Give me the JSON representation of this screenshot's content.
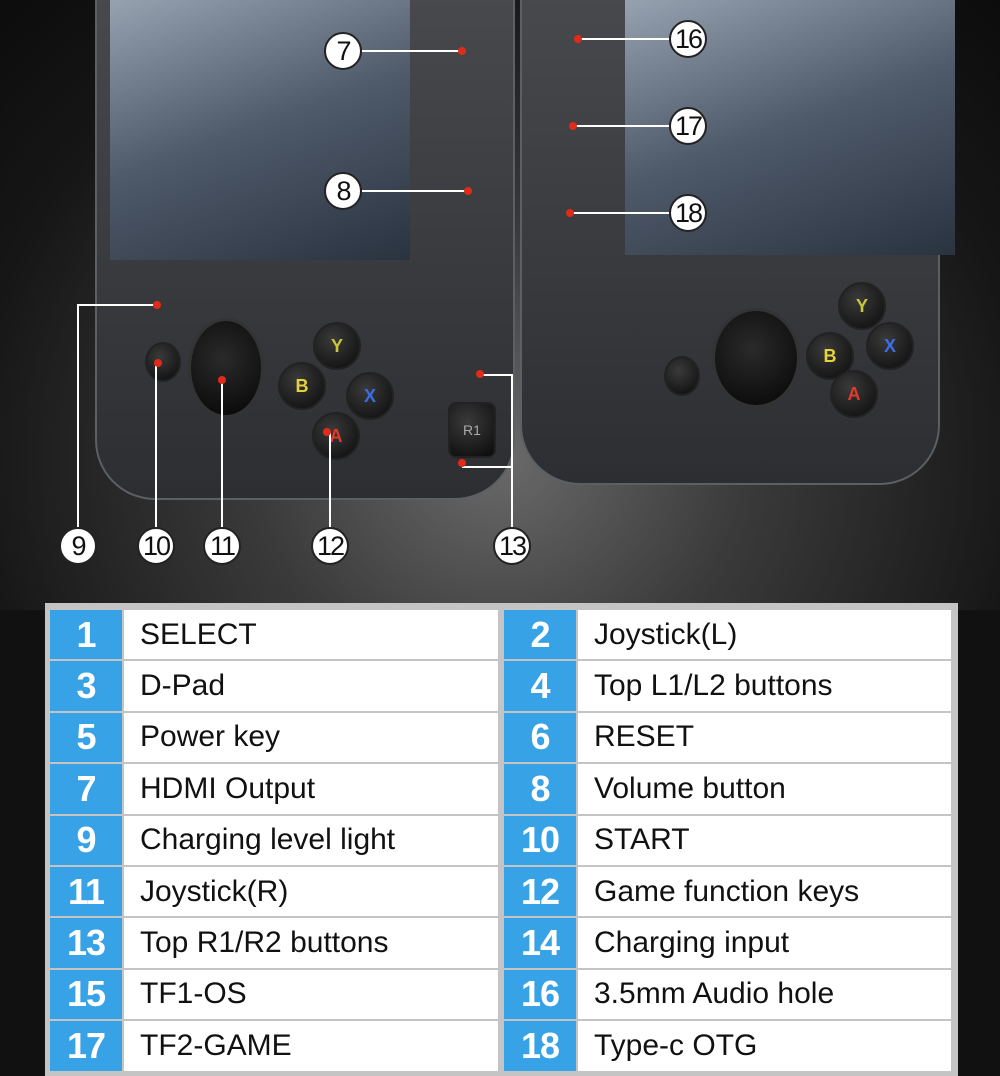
{
  "callouts": {
    "c7": "7",
    "c8": "8",
    "c9": "9",
    "c10": "10",
    "c11": "11",
    "c12": "12",
    "c13": "13",
    "c16": "16",
    "c17": "17",
    "c18": "18"
  },
  "buttons": {
    "y": "Y",
    "b": "B",
    "x": "X",
    "a": "A",
    "r1": "R1",
    "start": "START"
  },
  "colors": {
    "accent": "#37a2e6",
    "callout_dot": "#e02a1a",
    "y": "#c8c83a",
    "b": "#e6d23a",
    "x": "#3a6ee6",
    "a": "#e03a2a"
  },
  "table": {
    "rows": [
      [
        {
          "n": "1",
          "label": "SELECT"
        },
        {
          "n": "2",
          "label": "Joystick(L)"
        }
      ],
      [
        {
          "n": "3",
          "label": "D-Pad"
        },
        {
          "n": "4",
          "label": "Top L1/L2 buttons"
        }
      ],
      [
        {
          "n": "5",
          "label": "Power key"
        },
        {
          "n": "6",
          "label": "RESET"
        }
      ],
      [
        {
          "n": "7",
          "label": "HDMI Output"
        },
        {
          "n": "8",
          "label": "Volume button"
        }
      ],
      [
        {
          "n": "9",
          "label": "Charging level light"
        },
        {
          "n": "10",
          "label": "START"
        }
      ],
      [
        {
          "n": "11",
          "label": "Joystick(R)"
        },
        {
          "n": "12",
          "label": "Game function keys"
        }
      ],
      [
        {
          "n": "13",
          "label": "Top R1/R2 buttons"
        },
        {
          "n": "14",
          "label": "Charging input"
        }
      ],
      [
        {
          "n": "15",
          "label": "TF1-OS"
        },
        {
          "n": "16",
          "label": "3.5mm Audio hole"
        }
      ],
      [
        {
          "n": "17",
          "label": "TF2-GAME"
        },
        {
          "n": "18",
          "label": "Type-c OTG"
        }
      ]
    ]
  }
}
